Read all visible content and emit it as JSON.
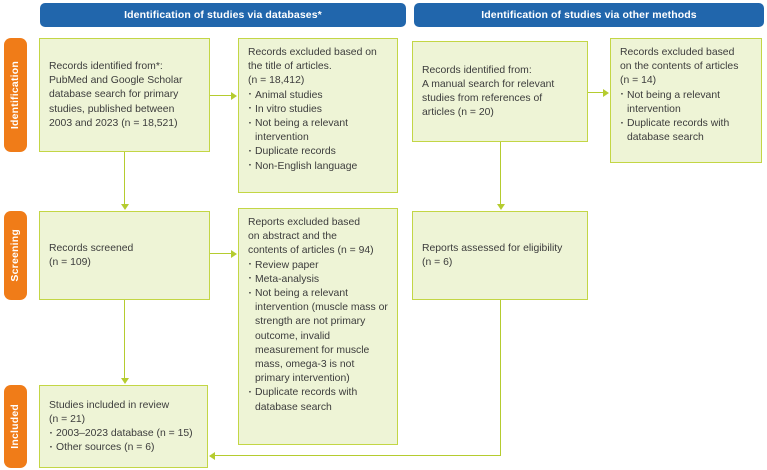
{
  "banners": {
    "databases": "Identification of studies via databases*",
    "other_methods": "Identification of studies via other methods"
  },
  "stages": {
    "identification": "Identification",
    "screening": "Screening",
    "included": "Included"
  },
  "boxes": {
    "identified_db": {
      "lines": [
        "Records identified from*:",
        "PubMed and Google Scholar",
        "database search for primary",
        "studies, published between",
        "2003 and 2023 (n = 18,521)"
      ]
    },
    "excluded_title": {
      "heading": [
        "Records excluded based on",
        "the title of articles.",
        "(n = 18,412)"
      ],
      "items": [
        "Animal studies",
        "In vitro studies",
        "Not being a relevant intervention",
        "Duplicate records",
        "Non-English language"
      ]
    },
    "identified_other": {
      "lines": [
        "Records identified from:",
        "A manual search for relevant",
        "studies from references of",
        "articles (n = 20)"
      ]
    },
    "excluded_contents": {
      "heading": [
        "Records excluded based",
        "on the contents of articles",
        "(n = 14)"
      ],
      "items": [
        "Not being a relevant intervention",
        "Duplicate records with database search"
      ]
    },
    "records_screened": {
      "lines": [
        "Records screened",
        "(n = 109)"
      ]
    },
    "excluded_abstract": {
      "heading": [
        "Reports excluded based",
        "on abstract and the",
        "contents of articles (n = 94)"
      ],
      "items": [
        "Review paper",
        "Meta-analysis",
        "Not being a relevant intervention (muscle mass or strength are not primary outcome, invalid measurement for muscle mass, omega-3 is not primary intervention)",
        "Duplicate records with database search"
      ]
    },
    "reports_eligible": {
      "lines": [
        "Reports assessed for eligibility",
        "(n = 6)"
      ]
    },
    "studies_included": {
      "heading": [
        "Studies included in review",
        "(n = 21)"
      ],
      "items": [
        "2003–2023 database (n = 15)",
        "Other sources (n = 6)"
      ]
    }
  },
  "colors": {
    "banner_blue": "#2166ac",
    "stage_orange": "#f07c18",
    "box_fill": "#eef4d6",
    "box_border": "#c3d645",
    "connector": "#b5cc2f",
    "text": "#3c3c3c"
  }
}
